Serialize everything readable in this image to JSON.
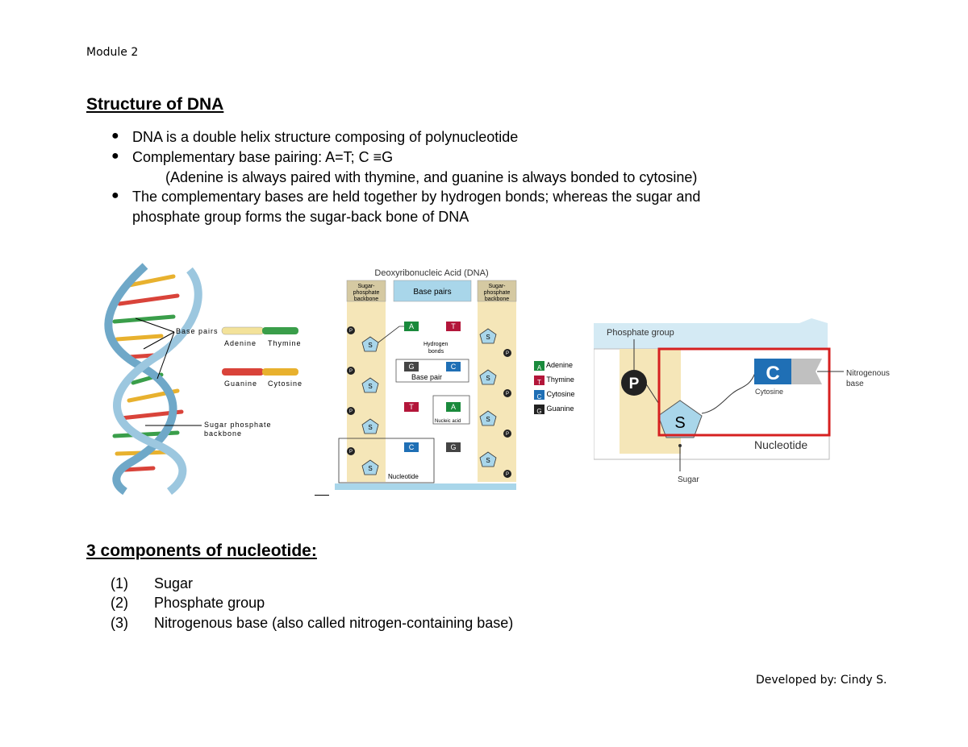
{
  "header": {
    "module": "Module 2"
  },
  "section1": {
    "title": "Structure of DNA",
    "bullets": [
      "DNA is a double helix structure composing of polynucleotide",
      "Complementary base pairing: A=T; C ≡G",
      "(Adenine is always paired with thymine, and guanine is always bonded to cytosine)",
      "The complementary bases are held together by hydrogen bonds; whereas the sugar and",
      "phosphate group forms the sugar-back bone of DNA"
    ]
  },
  "figure1": {
    "base_pairs": "Base pairs",
    "adenine": "Adenine",
    "thymine": "Thymine",
    "guanine": "Guanine",
    "cytosine": "Cytosine",
    "backbone_1": "Sugar phosphate",
    "backbone_2": "backbone"
  },
  "figure2": {
    "title": "Deoxyribonucleic Acid (DNA)",
    "col_left_1": "Sugar-",
    "col_left_2": "phosphate",
    "col_left_3": "backbone",
    "col_mid": "Base pairs",
    "col_right_1": "Sugar-",
    "col_right_2": "phosphate",
    "col_right_3": "backbone",
    "hydrogen_1": "Hydrogen",
    "hydrogen_2": "bonds",
    "base_pair": "Base pair",
    "nucleic_acid": "Nucleic acid",
    "nucleotide": "Nucleotide",
    "p": "P",
    "s": "S",
    "a": "A",
    "t": "T",
    "g": "G",
    "c": "C",
    "legend": [
      "Adenine",
      "Thymine",
      "Cytosine",
      "Guanine"
    ],
    "colors": {
      "adenine": "#1a8a3c",
      "thymine": "#b3163a",
      "cytosine": "#1f6fb5",
      "guanine": "#222222"
    }
  },
  "figure3": {
    "phosphate_group": "Phosphate group",
    "nitrogenous_1": "Nitrogenous",
    "nitrogenous_2": "base",
    "cytosine": "Cytosine",
    "nucleotide": "Nucleotide",
    "sugar": "Sugar",
    "p": "P",
    "s": "S",
    "c": "C"
  },
  "section2": {
    "title": "3 components of nucleotide:",
    "items": [
      {
        "num": "(1)",
        "text": "Sugar"
      },
      {
        "num": "(2)",
        "text": "Phosphate group"
      },
      {
        "num": "(3)",
        "text": "Nitrogenous base (also called nitrogen-containing base)"
      }
    ]
  },
  "footer": {
    "developer": "Developed by: Cindy S."
  }
}
